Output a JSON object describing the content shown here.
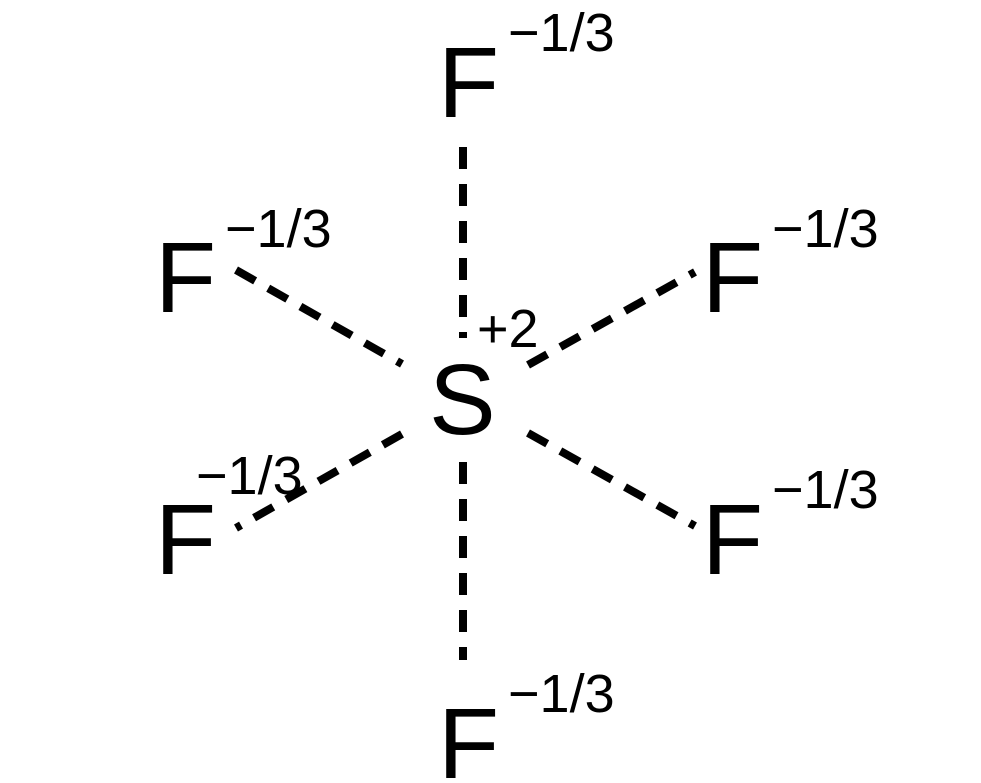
{
  "colors": {
    "background": "#ffffff",
    "ink": "#000000"
  },
  "molecule": {
    "central_atom": {
      "symbol": "S",
      "charge": "+2"
    },
    "ligands": [
      {
        "id": "top",
        "symbol": "F",
        "charge": "−1/3"
      },
      {
        "id": "upper-left",
        "symbol": "F",
        "charge": "−1/3"
      },
      {
        "id": "upper-right",
        "symbol": "F",
        "charge": "−1/3"
      },
      {
        "id": "lower-left",
        "symbol": "F",
        "charge": "−1/3"
      },
      {
        "id": "lower-right",
        "symbol": "F",
        "charge": "−1/3"
      },
      {
        "id": "bottom",
        "symbol": "F",
        "charge": "−1/3"
      }
    ],
    "bond_style": "dashed"
  }
}
